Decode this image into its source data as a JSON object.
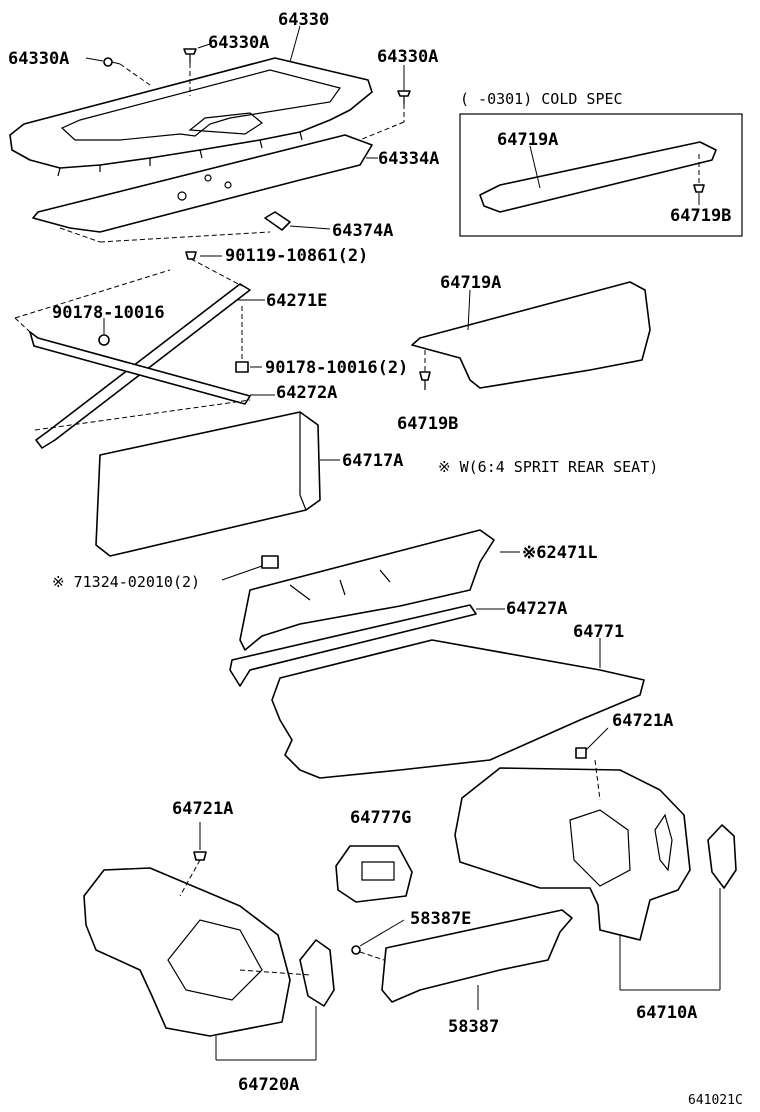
{
  "diagram_code": "641021C",
  "cold_spec_note": "(      -0301) COLD SPEC",
  "w_note": "※ W(6:4 SPRIT REAR SEAT)",
  "parts": {
    "p64330": "64330",
    "p64330A_left": "64330A",
    "p64330A_mid": "64330A",
    "p64330A_right": "64330A",
    "p64334A": "64334A",
    "p64374A": "64374A",
    "p90119": "90119-10861(2)",
    "p90178_left": "90178-10016",
    "p64271E": "64271E",
    "p90178_right": "90178-10016(2)",
    "p64272A": "64272A",
    "p64719A_box": "64719A",
    "p64719B_box": "64719B",
    "p64719A": "64719A",
    "p64719B": "64719B",
    "p64717A": "64717A",
    "p71324": "※ 71324-02010(2)",
    "p62471L": "※62471L",
    "p64727A": "64727A",
    "p64771": "64771",
    "p64721A_right": "64721A",
    "p64721A_left": "64721A",
    "p64777G": "64777G",
    "p58387E": "58387E",
    "p58387": "58387",
    "p64710A": "64710A",
    "p64720A": "64720A"
  }
}
